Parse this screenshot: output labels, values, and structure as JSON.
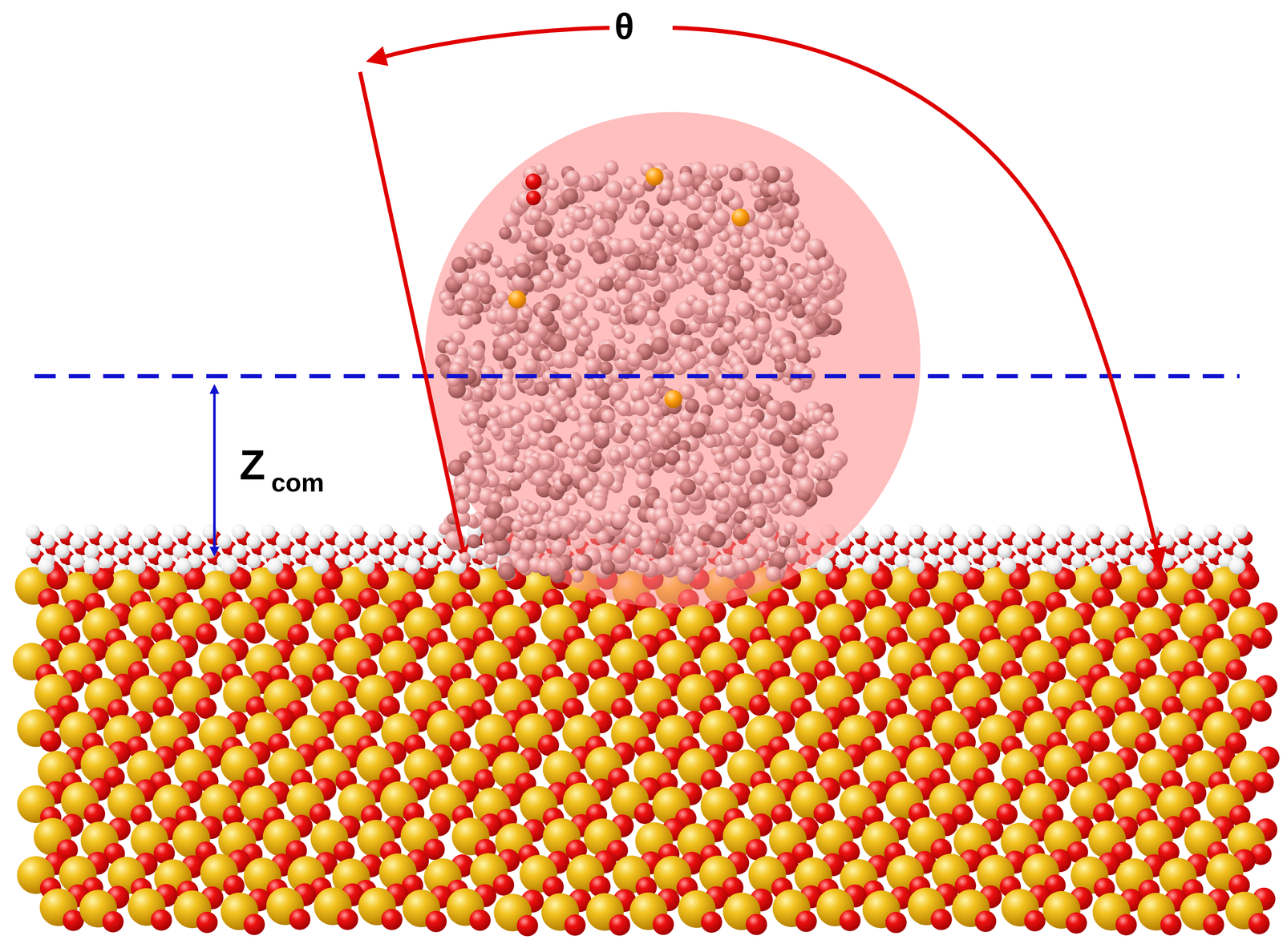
{
  "diagram": {
    "labels": [
      "θ",
      "Z",
      "com"
    ]
  }
}
